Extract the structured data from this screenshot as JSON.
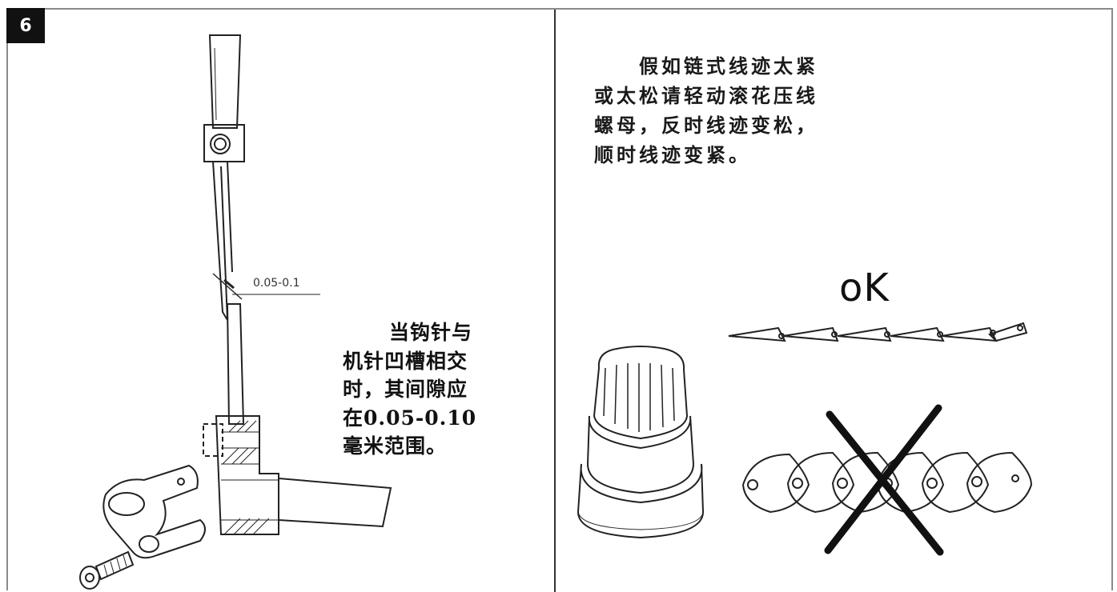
{
  "badge": {
    "number": "6"
  },
  "left": {
    "dimension_label": "0.05-0.1",
    "caption_lines": [
      "当钩针与",
      "机针凹槽相交",
      "时，其间隙应",
      "在0.05-0.10",
      "毫米范围。"
    ]
  },
  "right": {
    "instruction_lines": [
      "假如链式线迹太紧",
      "或太松请轻动滚花压线",
      "螺母，反时线迹变松，",
      "顺时线迹变紧。"
    ],
    "ok_label": "oK"
  }
}
